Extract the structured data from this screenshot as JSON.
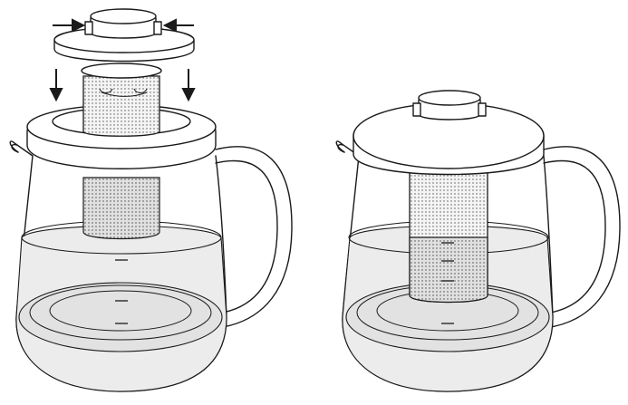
{
  "figure": {
    "panels": [
      {
        "id": "assembly-step",
        "description_icon": "insert-infuser-arrows"
      },
      {
        "id": "assembled-teapot",
        "description_icon": "assembled"
      }
    ],
    "colors": {
      "line": "#1a1a1a",
      "water": "#ececec",
      "background": "#ffffff"
    }
  }
}
